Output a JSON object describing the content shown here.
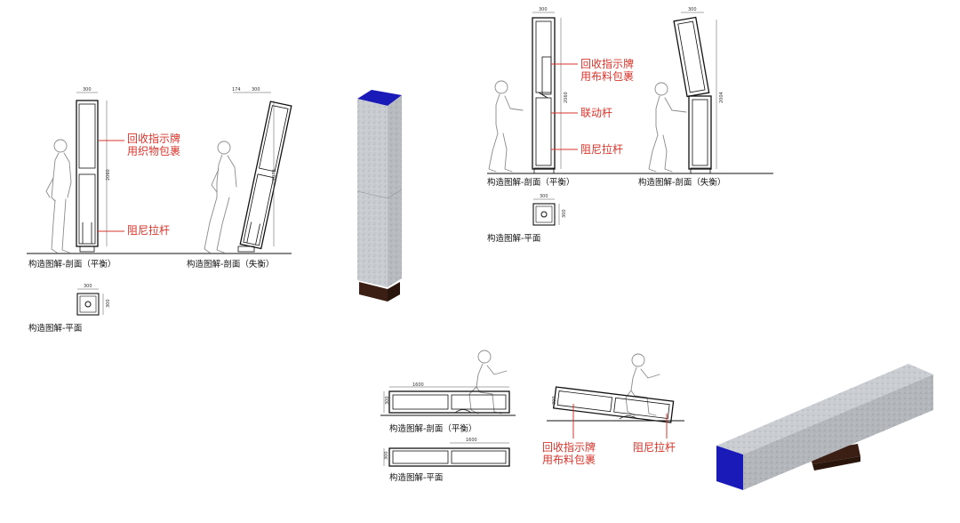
{
  "colors": {
    "annotation": "#d9342b",
    "ink": "#111111",
    "figure": "#8a8a8a",
    "concrete": "#c8cbcf",
    "accent_blue": "#1a1ab8",
    "base_brown": "#3b1f14"
  },
  "panel_a": {
    "section_balance_caption": "构造图解-剖面（平衡）",
    "section_unbalance_caption": "构造图解-剖面（失衡）",
    "plan_caption": "构造图解-平面",
    "label_cover": "回收指示牌\n用织物包裹",
    "label_damper": "阻尼拉杆",
    "dim_width": "300",
    "dim_offset": "174",
    "dim_height_balance": "2060",
    "dim_height_unbalance": "2078",
    "dim_plan_w": "300",
    "dim_plan_h": "300"
  },
  "panel_b": {
    "section_balance_caption": "构造图解-剖面（平衡）",
    "section_unbalance_caption": "构造图解-剖面（失衡）",
    "plan_caption": "构造图解-平面",
    "label_cover": "回收指示牌\n用布料包裹",
    "label_link": "联动杆",
    "label_damper": "阻尼拉杆",
    "dim_width": "300",
    "dim_height_balance": "2060",
    "dim_height_unbalance": "2004",
    "dim_plan_w": "300",
    "dim_plan_h": "300"
  },
  "panel_c": {
    "section_balance_caption": "构造图解-剖面（平衡）",
    "plan_caption": "构造图解-平面",
    "label_cover": "回收指示牌\n用布料包裹",
    "label_damper": "阻尼拉杆",
    "dim_length": "1600",
    "dim_length_b": "1600",
    "dim_height": "300",
    "dim_height_b": "300",
    "dim_plan_h": "300"
  }
}
